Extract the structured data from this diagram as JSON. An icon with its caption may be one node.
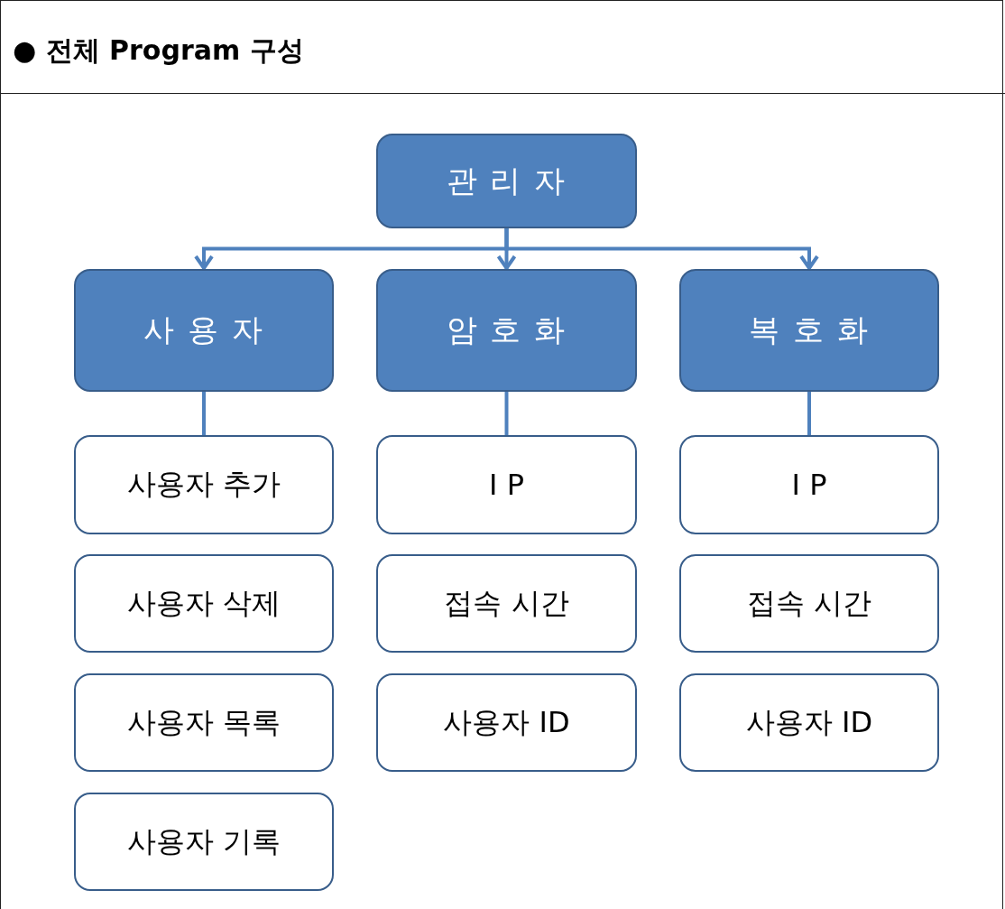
{
  "diagram": {
    "title": "● 전체 Program 구성",
    "nodes": [
      {
        "text": [
          "관 리 자"
        ]
      },
      {
        "text": [
          "사 용 자"
        ]
      },
      {
        "text": [
          "암 호 화"
        ]
      },
      {
        "text": [
          "복 호 화"
        ]
      },
      {
        "text": [
          "사용자 추가"
        ]
      },
      {
        "text": [
          "사용자 삭제"
        ]
      },
      {
        "text": [
          "사용자 목록"
        ]
      },
      {
        "text": [
          "사용자 기록"
        ]
      },
      {
        "text": [
          "I P"
        ]
      },
      {
        "text": [
          "접속 시간"
        ]
      },
      {
        "text": [
          "사용자 ID"
        ]
      },
      {
        "text": [
          "I P"
        ]
      },
      {
        "text": [
          "접속 시간"
        ]
      },
      {
        "text": [
          "사용자 ID"
        ]
      }
    ],
    "edges": [
      {
        "from": 0,
        "to": 1,
        "arrow": "to"
      },
      {
        "from": 0,
        "to": 2,
        "arrow": "to"
      },
      {
        "from": 0,
        "to": 3,
        "arrow": "to"
      },
      {
        "from": 1,
        "to": 4,
        "arrow": "none"
      },
      {
        "from": 2,
        "to": 8,
        "arrow": "none"
      },
      {
        "from": 3,
        "to": 11,
        "arrow": "none"
      }
    ]
  }
}
